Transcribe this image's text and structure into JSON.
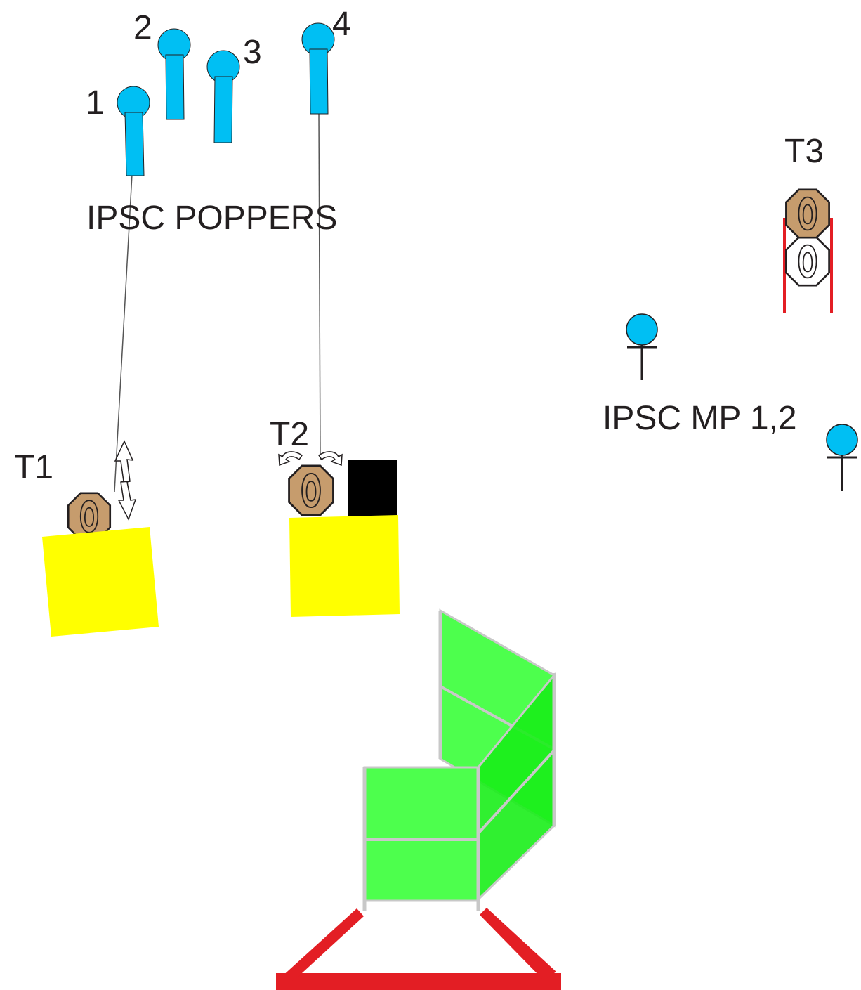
{
  "labels": {
    "popper_1": "1",
    "popper_2": "2",
    "popper_3": "3",
    "popper_4": "4",
    "poppers_group": "IPSC POPPERS",
    "target_1": "T1",
    "target_2": "T2",
    "target_3": "T3",
    "mini_poppers": "IPSC MP 1,2"
  },
  "colors": {
    "popper": "#00bff3",
    "target_tan": "#c69c6d",
    "barrel_yellow": "#ffff00",
    "hard_cover": "#000000",
    "wall_green": "#4dff4d",
    "wall_green_dark": "#1aee1a",
    "fault_line_red": "#e31e24",
    "activation_cable": "#555555",
    "frame_grey": "#c8c8c8"
  }
}
